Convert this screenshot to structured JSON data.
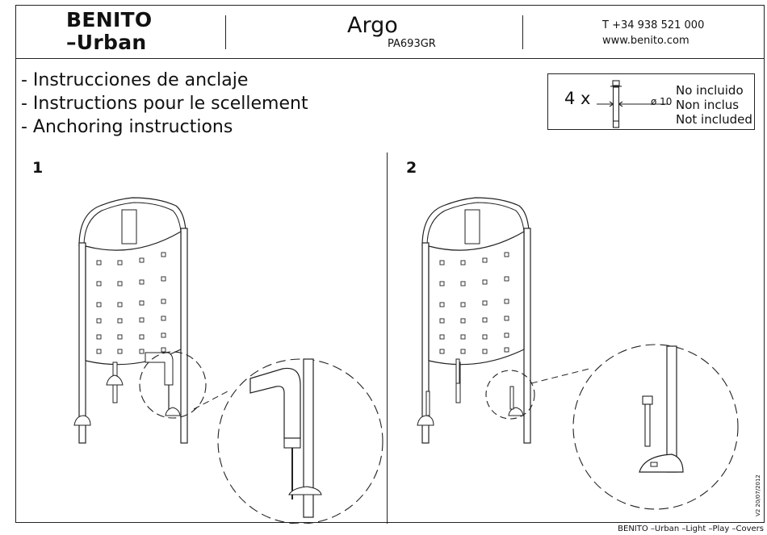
{
  "header": {
    "brand_line1": "BENITO",
    "brand_line2": "–Urban",
    "product_name": "Argo",
    "product_code": "PA693GR",
    "phone": "T +34 938 521 000",
    "website": "www.benito.com"
  },
  "titles": [
    "- Instrucciones de anclaje",
    "- Instructions pour le scellement",
    "- Anchoring instructions"
  ],
  "legend": {
    "quantity": "4 x",
    "diameter": "ø 10",
    "notes": [
      "No incluido",
      "Non inclus",
      "Not included"
    ]
  },
  "steps": [
    {
      "number": "1"
    },
    {
      "number": "2"
    }
  ],
  "version": "V2 20/07/2012",
  "footer": "BENITO –Urban –Light –Play –Covers",
  "colors": {
    "line": "#222222",
    "paper": "#ffffff"
  },
  "icons": [
    "bin-drawing",
    "anchor-bolt-icon",
    "detail-magnifier-circle"
  ]
}
